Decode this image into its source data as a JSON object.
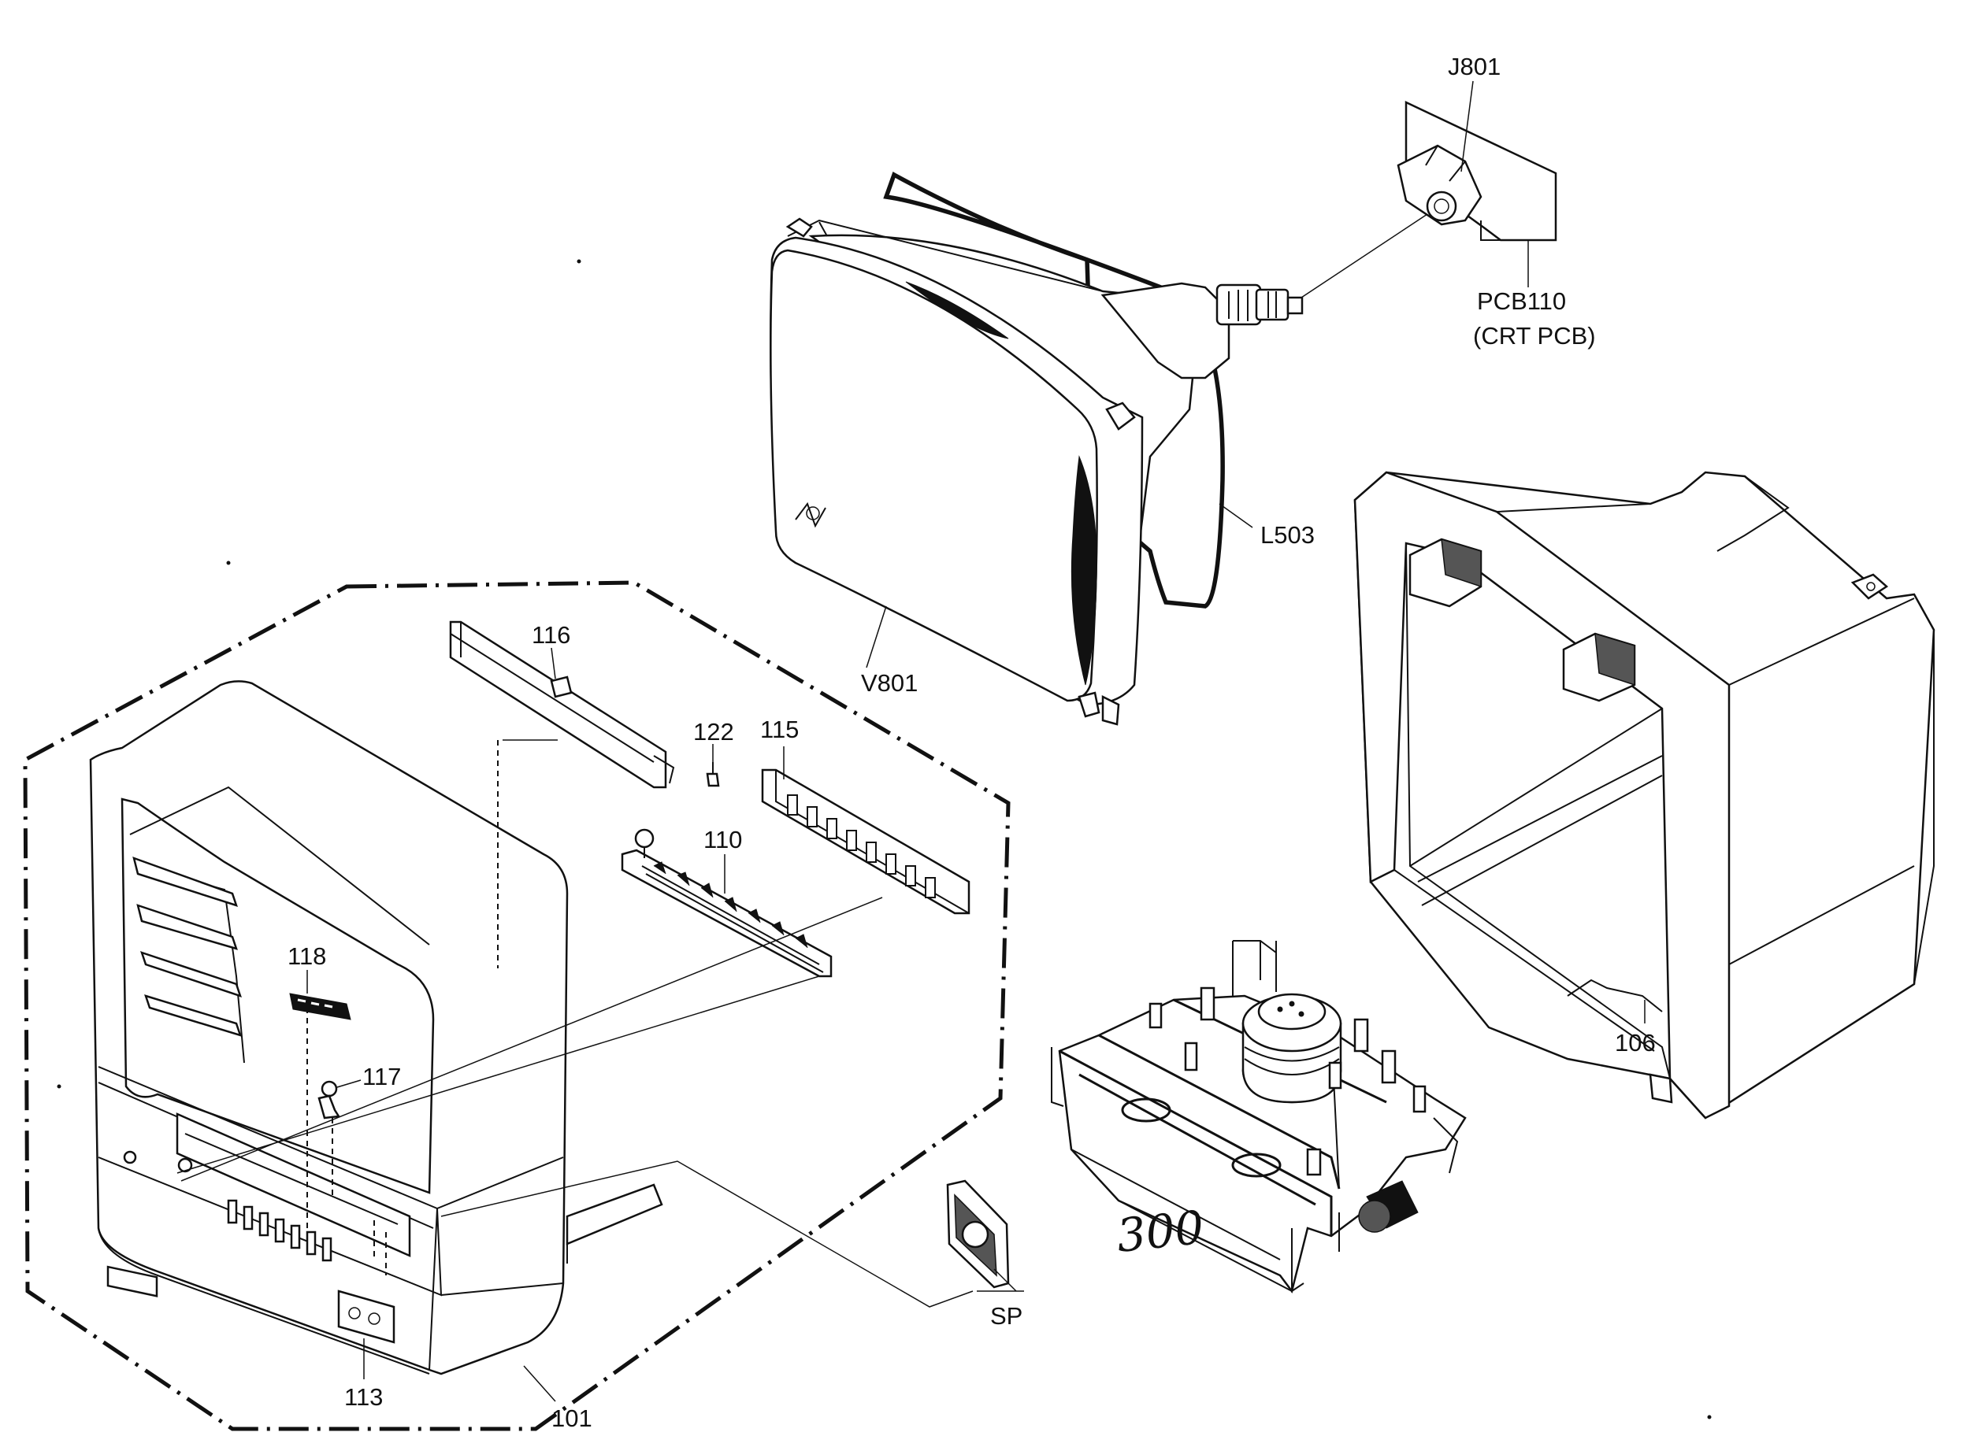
{
  "labels": {
    "j801": "J801",
    "pcb110": "PCB110",
    "crt_pcb": "(CRT PCB)",
    "l503": "L503",
    "v801": "V801",
    "p116": "116",
    "p122": "122",
    "p115": "115",
    "p110": "110",
    "p118": "118",
    "p117": "117",
    "p106": "106",
    "p113": "113",
    "p101": "101",
    "sp": "SP",
    "p300": "300"
  }
}
